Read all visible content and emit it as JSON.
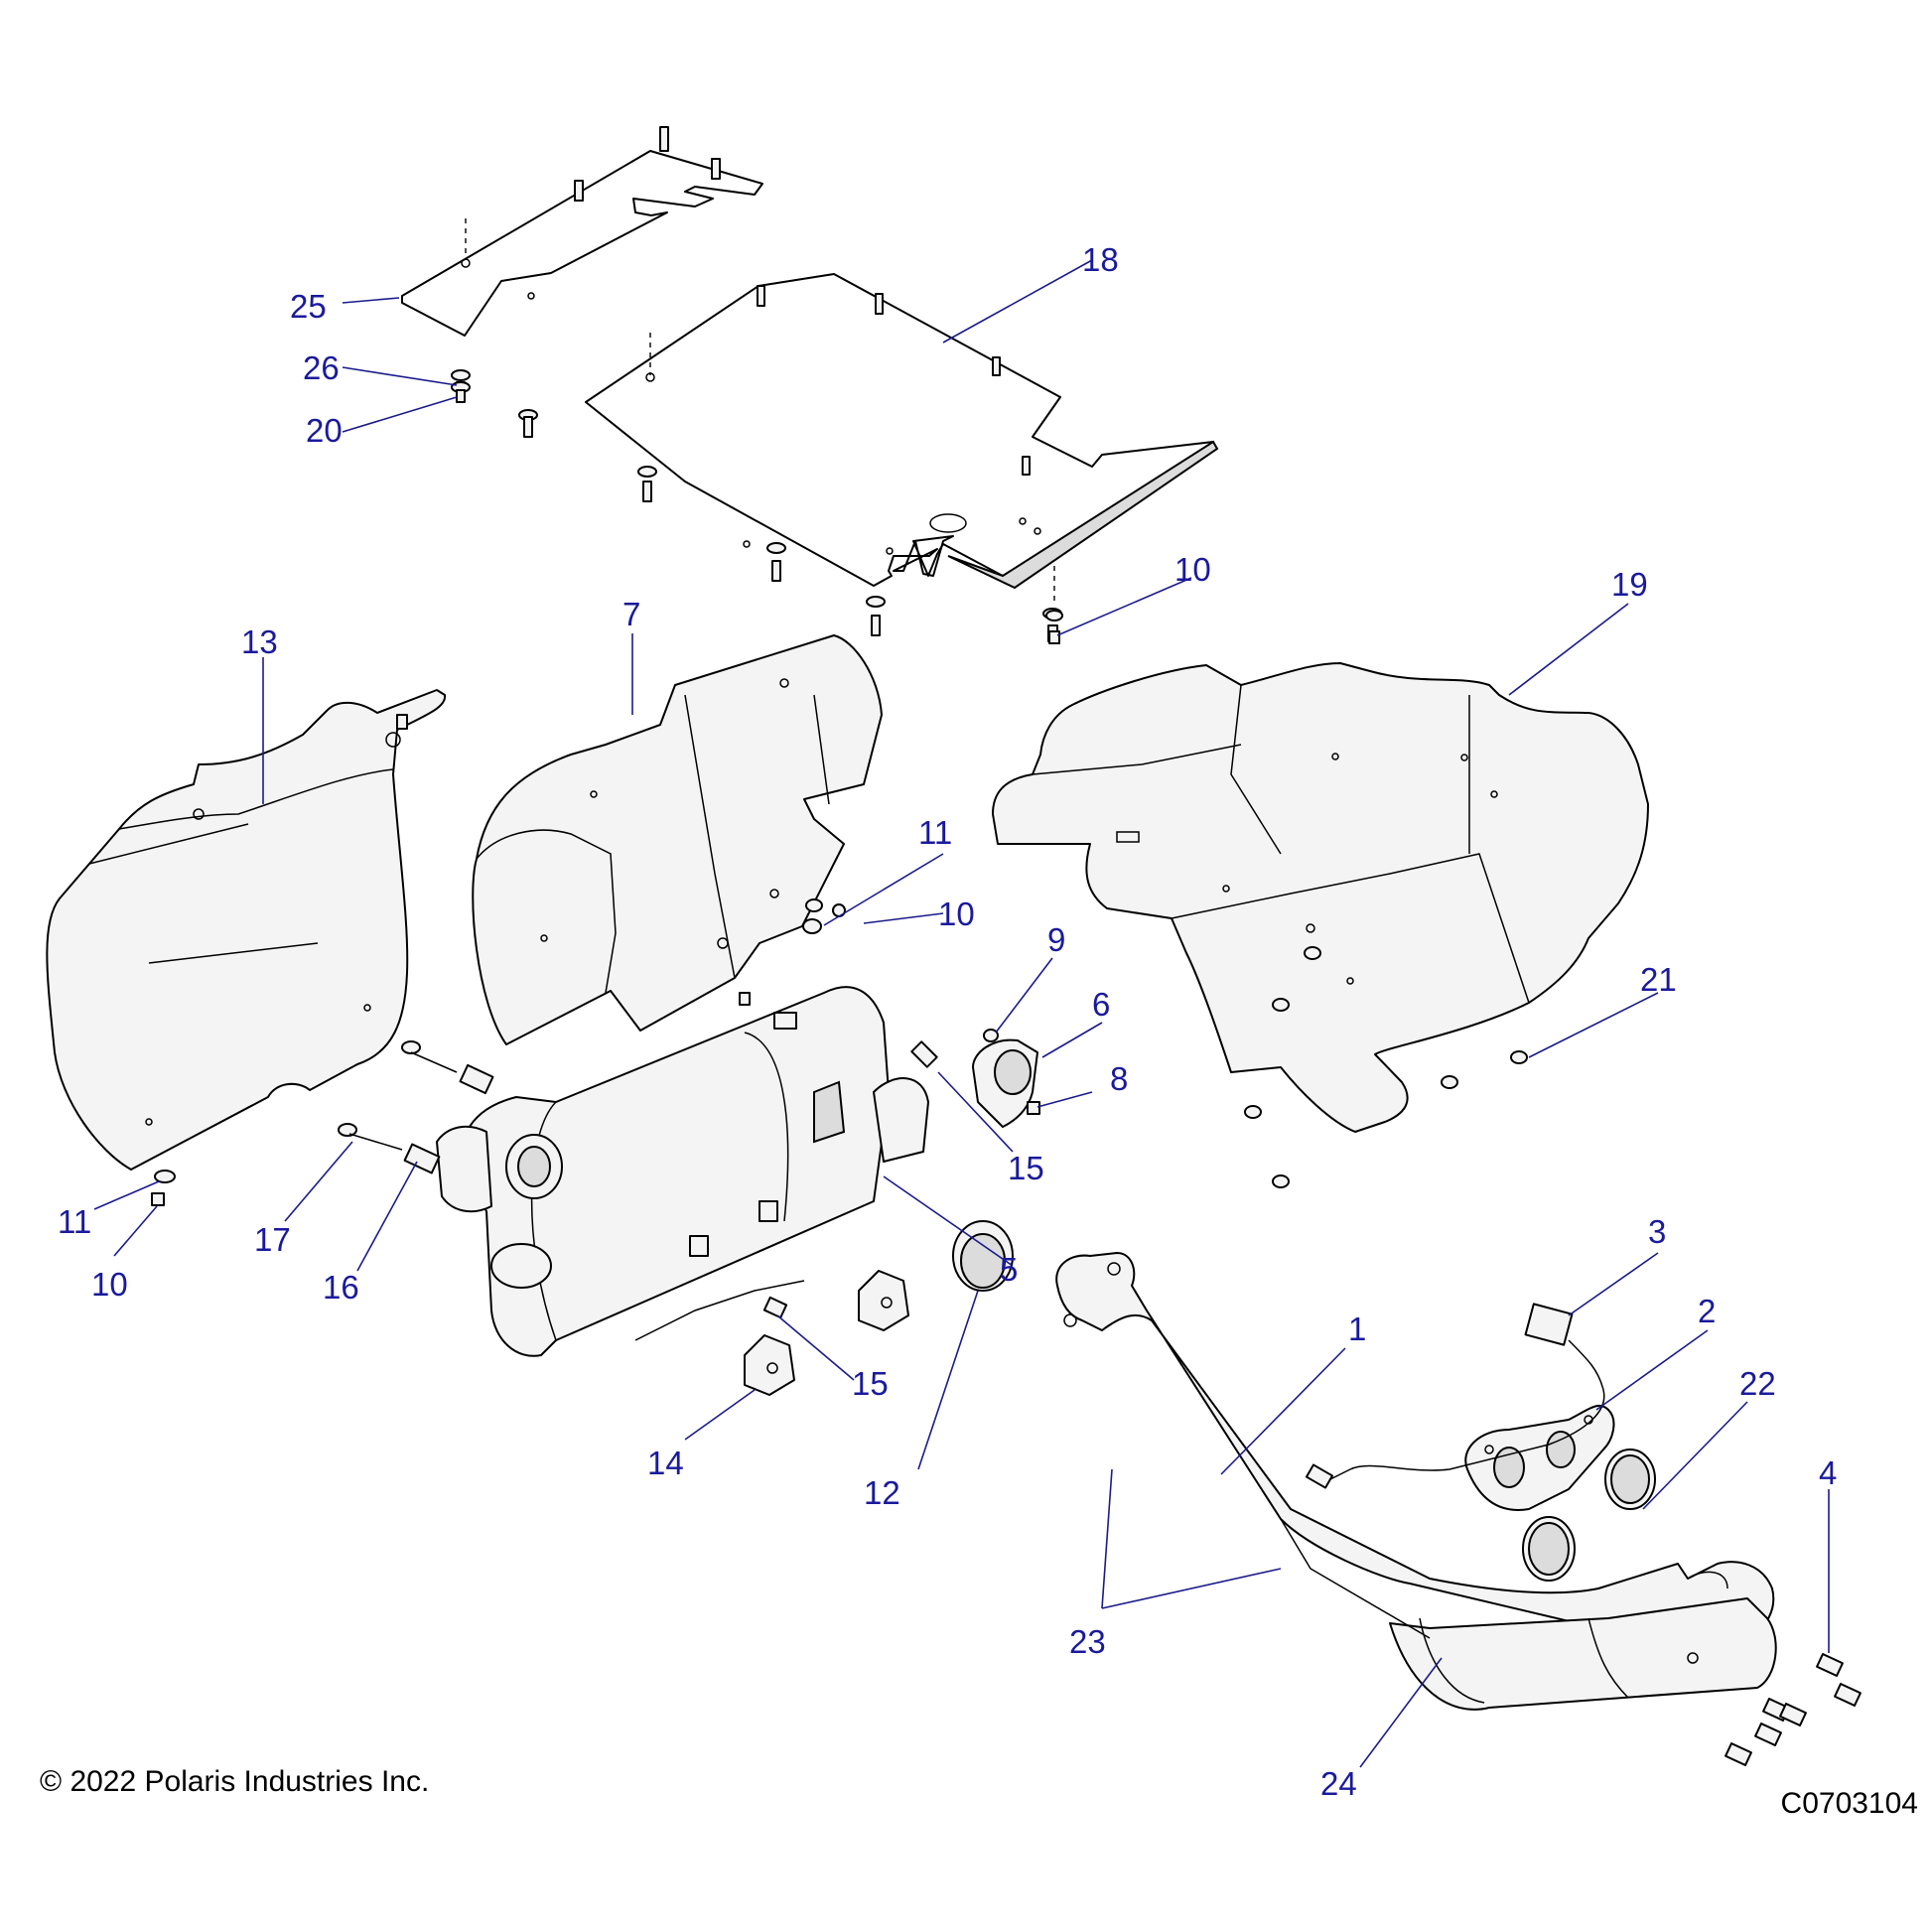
{
  "callouts": {
    "c1": "1",
    "c2": "2",
    "c3": "3",
    "c4": "4",
    "c5": "5",
    "c6": "6",
    "c7": "7",
    "c8": "8",
    "c9": "9",
    "c10a": "10",
    "c10b": "10",
    "c10c": "10",
    "c11a": "11",
    "c11b": "11",
    "c12": "12",
    "c13": "13",
    "c14": "14",
    "c15a": "15",
    "c15b": "15",
    "c16": "16",
    "c17": "17",
    "c18": "18",
    "c19": "19",
    "c20": "20",
    "c21": "21",
    "c22": "22",
    "c23": "23",
    "c24": "24",
    "c25": "25",
    "c26": "26"
  },
  "footer": {
    "copyright": "© 2022 Polaris Industries Inc.",
    "drawing_id": "C0703104"
  },
  "colors": {
    "callout": "#1a1a9c",
    "line": "#000000"
  }
}
